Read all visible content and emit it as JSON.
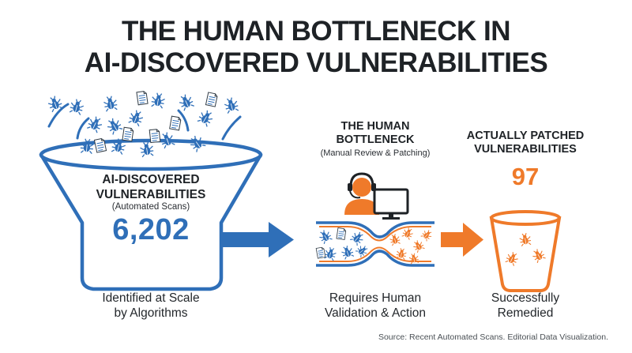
{
  "title": {
    "line1": "THE HUMAN BOTTLENECK IN",
    "line2": "AI-DISCOVERED VULNERABILITIES"
  },
  "funnel": {
    "heading_line1": "AI-DISCOVERED",
    "heading_line2": "VULNERABILITIES",
    "subheading": "(Automated Scans)",
    "value": "6,202",
    "caption_line1": "Identified at Scale",
    "caption_line2": "by Algorithms"
  },
  "bottleneck": {
    "heading_line1": "THE HUMAN",
    "heading_line2": "BOTTLENECK",
    "subheading": "(Manual Review & Patching)",
    "caption_line1": "Requires Human",
    "caption_line2": "Validation & Action"
  },
  "patched": {
    "heading_line1": "ACTUALLY PATCHED",
    "heading_line2": "VULNERABILITIES",
    "value": "97",
    "caption_line1": "Successfully",
    "caption_line2": "Remedied"
  },
  "source": "Source: Recent Automated Scans. Editorial Data Visualization.",
  "colors": {
    "blue": "#2f6fb8",
    "orange": "#ef7a2a",
    "dark": "#1e2226"
  },
  "icons": [
    "bug-icon",
    "document-icon",
    "headset-person-icon",
    "monitor-icon",
    "bucket-icon",
    "arrow-icon"
  ]
}
